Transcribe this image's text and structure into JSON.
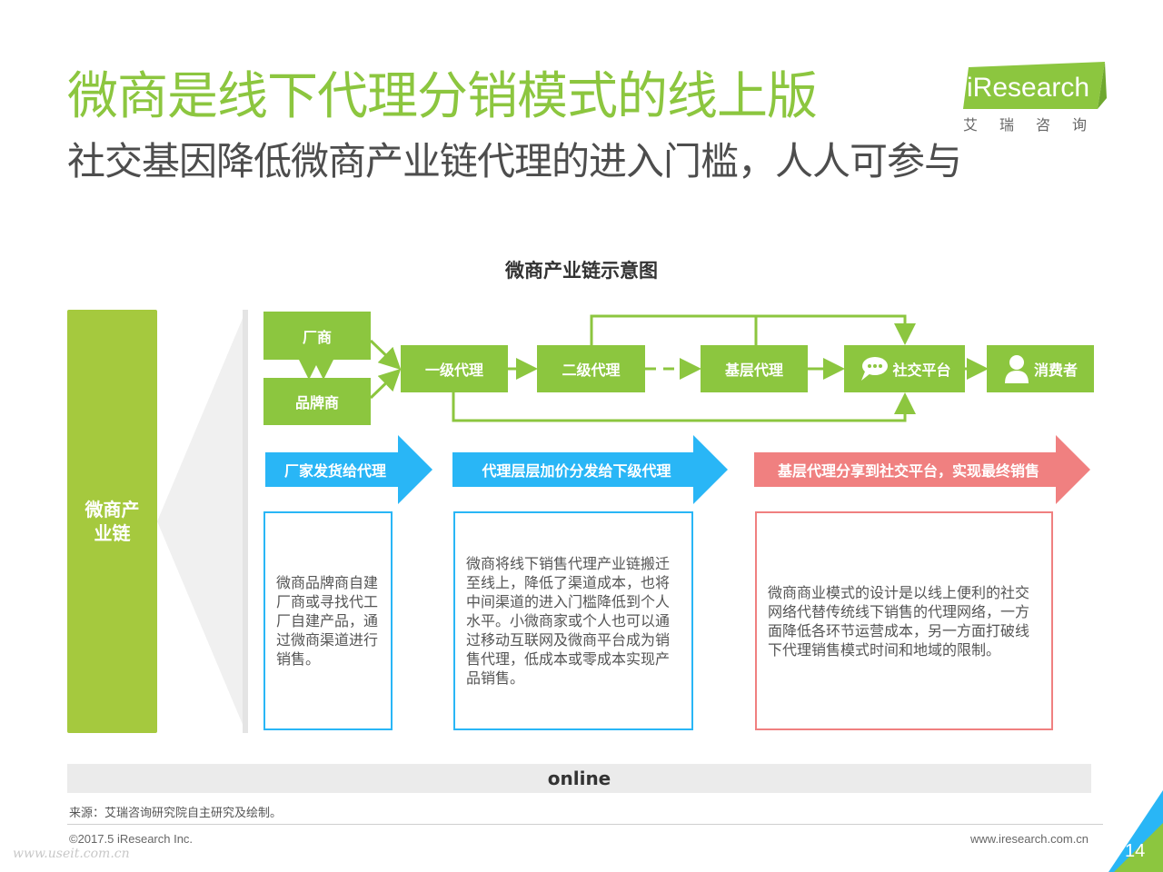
{
  "header": {
    "title": "微商是线下代理分销模式的线上版",
    "subtitle": "社交基因降低微商产业链代理的进入门槛，人人可参与"
  },
  "logo": {
    "name": "iResearch",
    "sub": "艾瑞咨询"
  },
  "diagram": {
    "title": "微商产业链示意图",
    "left_label": "微商产业链",
    "nodes": {
      "manufacturer": "厂商",
      "brand": "品牌商",
      "level1": "一级代理",
      "level2": "二级代理",
      "base": "基层代理",
      "social": "社交平台",
      "consumer": "消费者"
    },
    "banners": [
      {
        "text": "厂家发货给代理",
        "color": "#29b6f6"
      },
      {
        "text": "代理层层加价分发给下级代理",
        "color": "#29b6f6"
      },
      {
        "text": "基层代理分享到社交平台，实现最终销售",
        "color": "#f08080"
      }
    ],
    "boxes": [
      {
        "text": "微商品牌商自建厂商或寻找代工厂自建产品，通过微商渠道进行销售。",
        "border": "#29b6f6"
      },
      {
        "text": "微商将线下销售代理产业链搬迁至线上，降低了渠道成本，也将中间渠道的进入门槛降低到个人水平。小微商家或个人也可以通过移动互联网及微商平台成为销售代理，低成本或零成本实现产品销售。",
        "border": "#29b6f6"
      },
      {
        "text": "微商商业模式的设计是以线上便利的社交网络代替传统线下销售的代理网络，一方面降低各环节运营成本，另一方面打破线下代理销售模式时间和地域的限制。",
        "border": "#f08080"
      }
    ],
    "online_label": "online"
  },
  "footer": {
    "source": "来源：艾瑞咨询研究院自主研究及绘制。",
    "copyright": "©2017.5 iResearch Inc.",
    "website": "www.iresearch.com.cn",
    "watermark": "www.useit.com.cn",
    "page_number": "14"
  },
  "colors": {
    "brand_green": "#8cc63f",
    "left_bar_green": "#a5c93e",
    "blue": "#29b6f6",
    "pink": "#f08080"
  },
  "icons": [
    "chat-bubble-icon",
    "person-icon",
    "iresearch-logo"
  ]
}
